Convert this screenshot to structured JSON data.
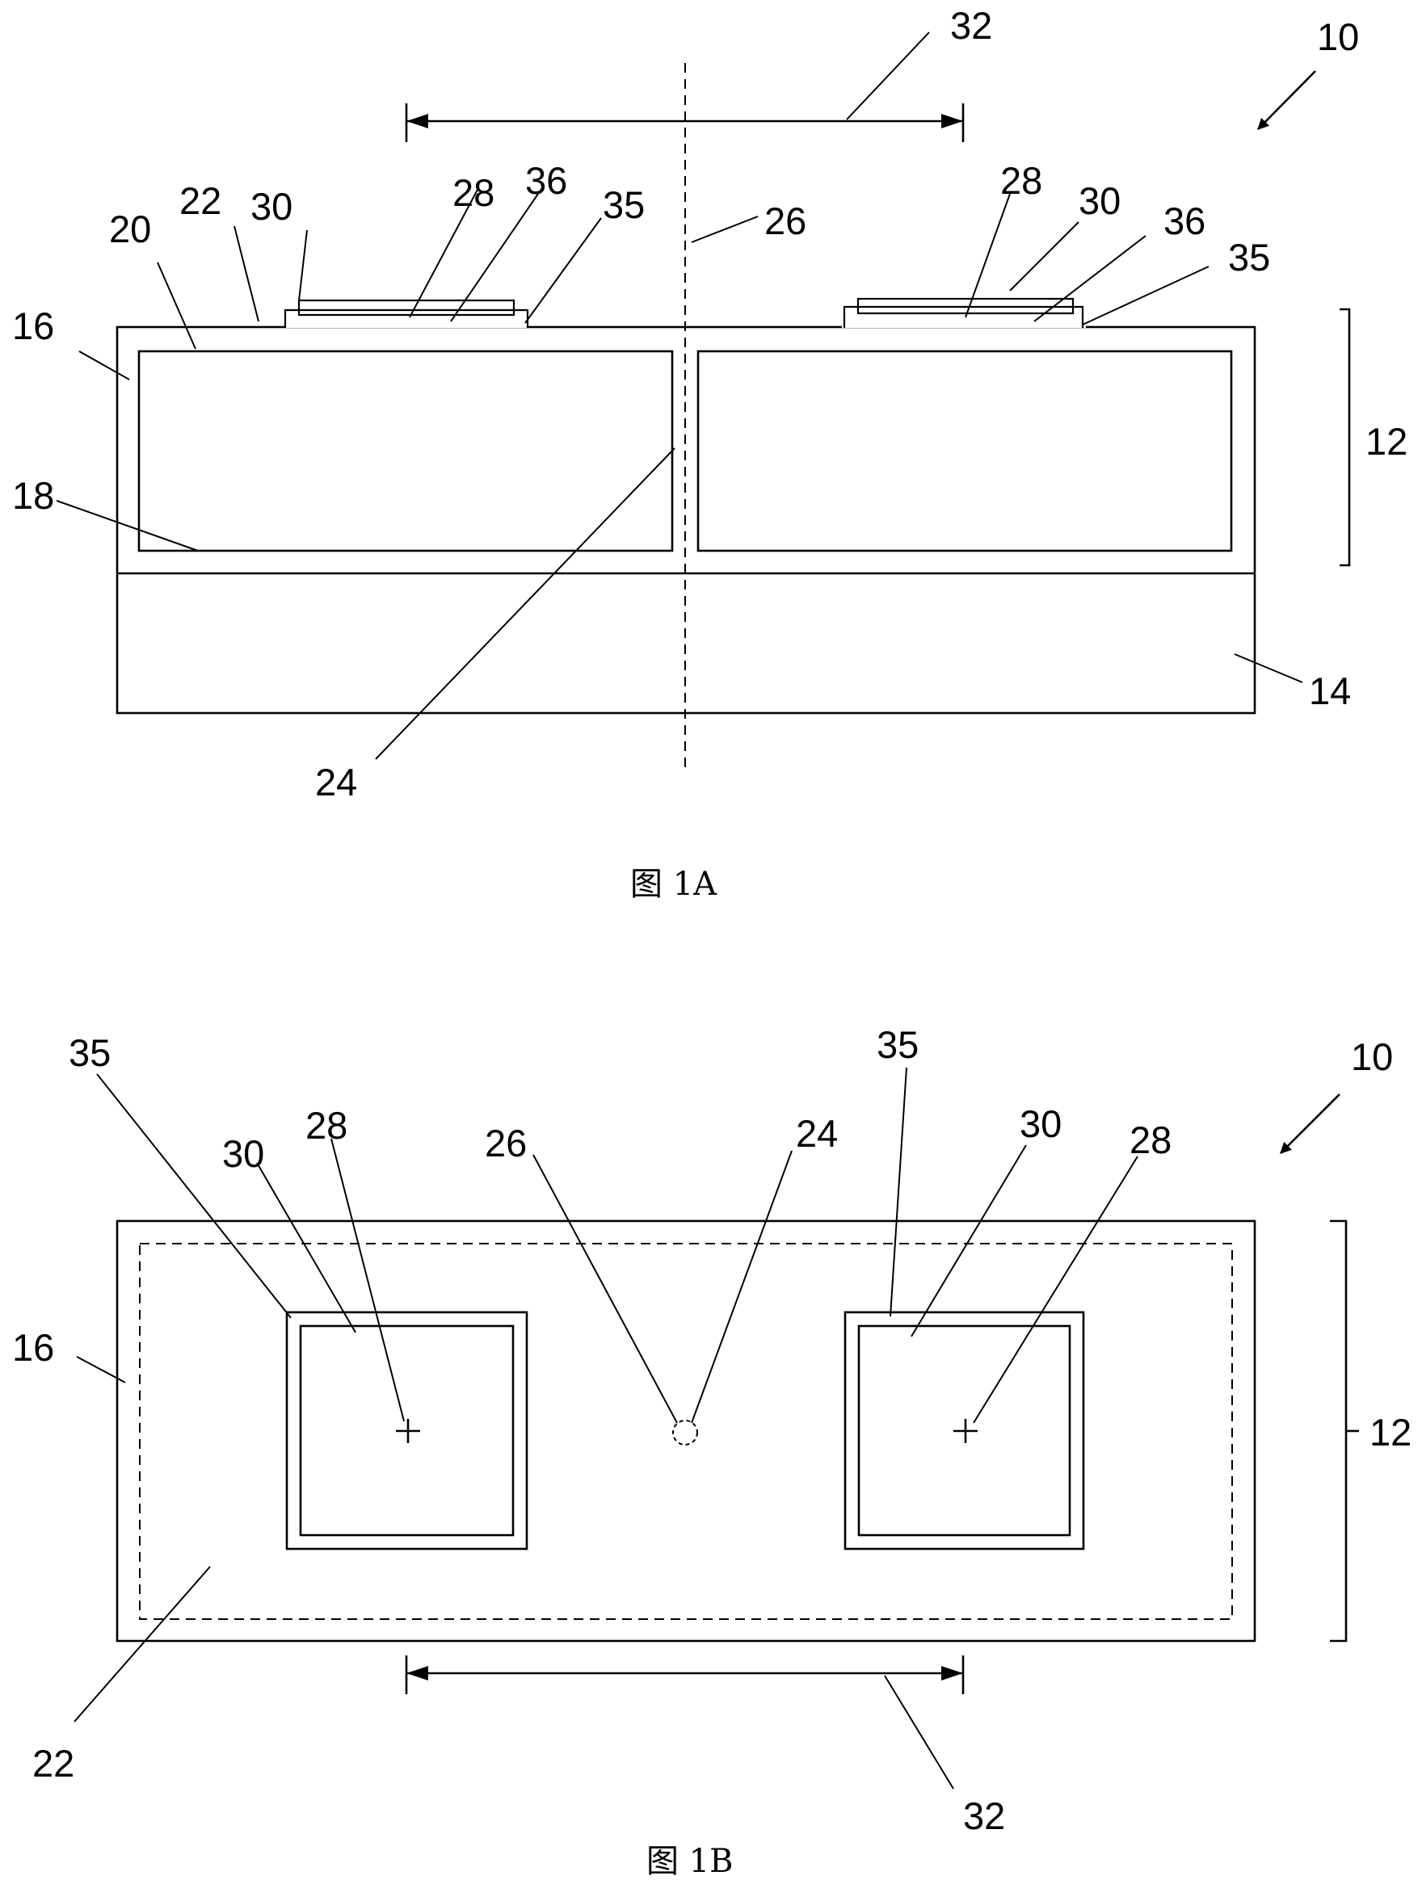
{
  "fig_a": {
    "caption": "图 1A",
    "labels": {
      "device": "10",
      "layer_stack": "12",
      "substrate": "14",
      "outer_layer": "16",
      "lower_wall": "18",
      "upper_wall": "20",
      "top_surface": "22",
      "gap": "24",
      "axis": "26",
      "pad_left": "28",
      "pad_right": "28",
      "metal_left": "30",
      "metal_right": "30",
      "distance": "32",
      "rim_left": "35",
      "rim_right": "35",
      "base_left": "36",
      "base_right": "36"
    }
  },
  "fig_b": {
    "caption": "图 1B",
    "labels": {
      "device": "10",
      "layer_stack": "12",
      "outer_layer": "16",
      "top_surface": "22",
      "gap": "24",
      "axis": "26",
      "pad_left": "28",
      "pad_right": "28",
      "metal_left": "30",
      "metal_right": "30",
      "distance": "32",
      "rim_left": "35",
      "rim_right": "35"
    }
  }
}
